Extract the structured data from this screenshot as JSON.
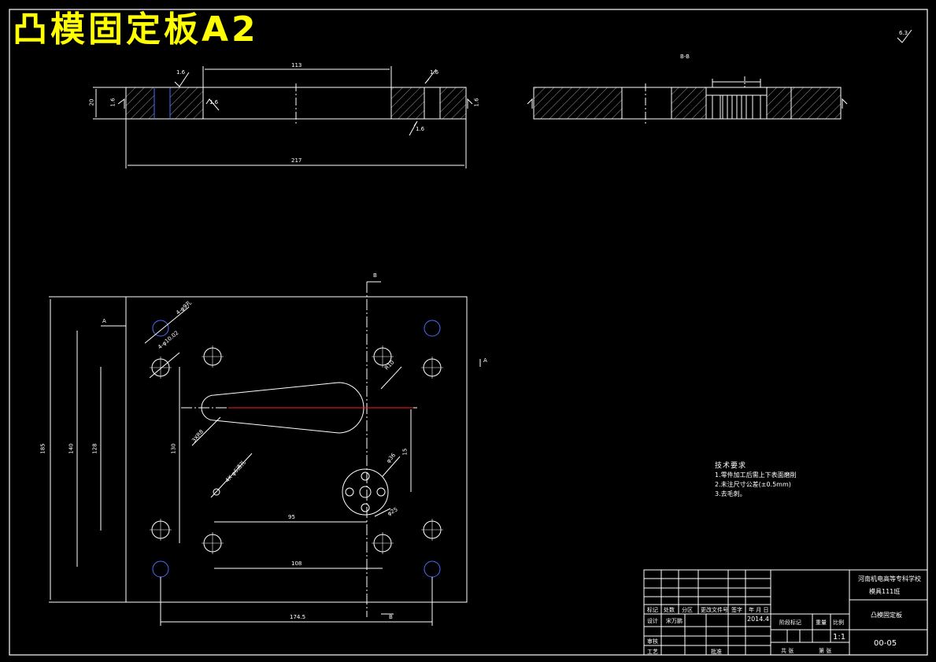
{
  "title": "凸模固定板A2",
  "roughness": "6.3",
  "section_label": "B-B",
  "top_view": {
    "dims": {
      "width_total": "217",
      "inner_span": "113",
      "thickness": "20"
    },
    "roughness_marks": [
      "1.6",
      "1.6",
      "1.6",
      "1.6",
      "1.6",
      "1.6"
    ]
  },
  "plan_view": {
    "dims": {
      "height_total": "185",
      "h_140": "140",
      "h_128": "128",
      "h_130": "130",
      "v_15": "15",
      "bottom_width": "174.5",
      "span_108": "108",
      "span_95": "95"
    },
    "callouts": [
      "4-φ9孔",
      "4-φ10.02",
      "R10",
      "φ36",
      "φ25",
      "3XR8",
      "4X φ6通孔"
    ],
    "section_markers": [
      "A",
      "A",
      "B",
      "B"
    ]
  },
  "tech_requirements": {
    "heading": "技术要求",
    "items": [
      "1.零件加工后需上下表面磨削",
      "2.未注尺寸公差(±0.5mm)",
      "3.去毛刺。"
    ]
  },
  "title_block": {
    "school": "河南机电高等专科学校",
    "class": "模具111班",
    "part_name": "凸模固定板",
    "drawing_no": "00-05",
    "date": "2014.4",
    "scale": "1:1",
    "designer": "宋万鹏",
    "headers": [
      "标记",
      "处数",
      "分区",
      "更改文件号",
      "签字",
      "年 月 日"
    ],
    "rows": [
      "设计",
      "审核",
      "工艺"
    ],
    "labels": {
      "stage_mark": "阶段标记",
      "weight": "重量",
      "scale_label": "比例",
      "sheet_total": "共  张",
      "sheet_no": "第  张",
      "approve": "批准"
    }
  }
}
